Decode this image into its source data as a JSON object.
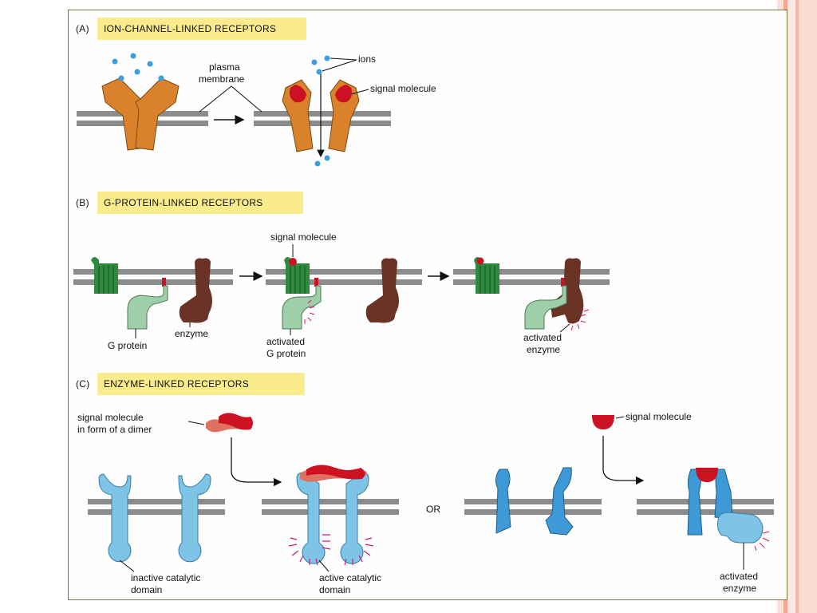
{
  "panels": {
    "a": {
      "letter": "(A)",
      "title": "ION-CHANNEL-LINKED RECEPTORS",
      "labels": {
        "plasma_membrane_1": "plasma",
        "plasma_membrane_2": "membrane",
        "ions": "ions",
        "signal_molecule": "signal molecule"
      }
    },
    "b": {
      "letter": "(B)",
      "title": "G-PROTEIN-LINKED RECEPTORS",
      "labels": {
        "signal_molecule": "signal molecule",
        "g_protein": "G protein",
        "enzyme": "enzyme",
        "activated_g_protein_1": "activated",
        "activated_g_protein_2": "G protein",
        "activated_enzyme_1": "activated",
        "activated_enzyme_2": "enzyme"
      }
    },
    "c": {
      "letter": "(C)",
      "title": "ENZYME-LINKED RECEPTORS",
      "labels": {
        "signal_dimer_1": "signal molecule",
        "signal_dimer_2": "in form of a dimer",
        "inactive_1": "inactive catalytic",
        "inactive_2": "domain",
        "active_1": "active catalytic",
        "active_2": "domain",
        "or": "OR",
        "signal_molecule": "signal molecule",
        "activated_enzyme_1": "activated",
        "activated_enzyme_2": "enzyme"
      }
    }
  },
  "colors": {
    "slide_background": "#ffffff",
    "stripe_light": "#fbe2d8",
    "stripe_accent": "#f3a68f",
    "frame_border": "#6b7f3a",
    "header_fill": "#faeb8c",
    "membrane": "#8c8c8c",
    "ion_channel": "#d9822b",
    "signal_red": "#cc1122",
    "ion_blue": "#3aa0dd",
    "g_receptor": "#2e8b3e",
    "g_protein": "#9ecfa8",
    "enzyme_brown": "#6b3226",
    "enzyme_receptor": "#7ec4e6",
    "activation_magenta": "#d0157a"
  }
}
